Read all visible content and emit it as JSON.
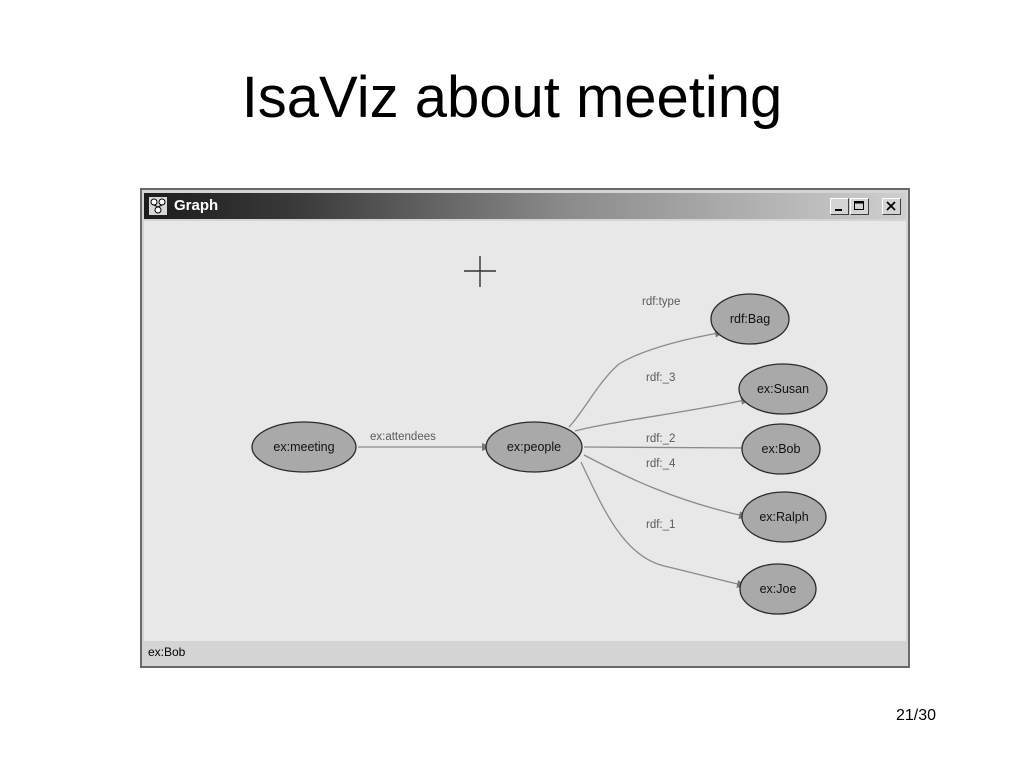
{
  "slide": {
    "title": "IsaViz about meeting",
    "page_number": "21/30"
  },
  "window": {
    "title": "Graph",
    "status_text": "ex:Bob",
    "icons": {
      "app": "network-graph-icon",
      "minimize": "minimize-icon",
      "maximize": "maximize-icon",
      "close": "close-icon"
    }
  },
  "graph": {
    "nodes": [
      {
        "id": "meeting",
        "label": "ex:meeting"
      },
      {
        "id": "people",
        "label": "ex:people"
      },
      {
        "id": "bag",
        "label": "rdf:Bag"
      },
      {
        "id": "susan",
        "label": "ex:Susan"
      },
      {
        "id": "bob",
        "label": "ex:Bob"
      },
      {
        "id": "ralph",
        "label": "ex:Ralph"
      },
      {
        "id": "joe",
        "label": "ex:Joe"
      }
    ],
    "edges": [
      {
        "from": "meeting",
        "to": "people",
        "label": "ex:attendees"
      },
      {
        "from": "people",
        "to": "bag",
        "label": "rdf:type"
      },
      {
        "from": "people",
        "to": "susan",
        "label": "rdf:_3"
      },
      {
        "from": "people",
        "to": "bob",
        "label": "rdf:_2"
      },
      {
        "from": "people",
        "to": "ralph",
        "label": "rdf:_4"
      },
      {
        "from": "people",
        "to": "joe",
        "label": "rdf:_1"
      }
    ]
  },
  "colors": {
    "node_fill": "#a9a9a9",
    "node_stroke": "#2a2a2a",
    "edge": "#8a8a8a",
    "canvas": "#e8e8e8"
  }
}
